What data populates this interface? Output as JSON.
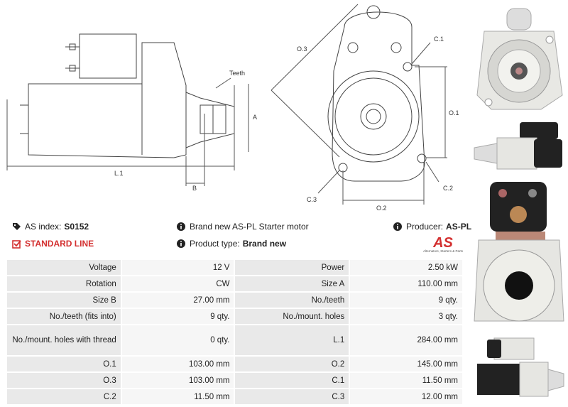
{
  "drawing": {
    "labels": {
      "teeth": "Teeth",
      "A": "A",
      "B": "B",
      "L1": "L.1",
      "O1": "O.1",
      "O2": "O.2",
      "O3": "O.3",
      "C1": "C.1",
      "C2": "C.2",
      "C3": "C.3"
    }
  },
  "info": {
    "as_index_label": "AS index:",
    "as_index_value": "S0152",
    "description": "Brand new AS-PL Starter motor",
    "producer_label": "Producer:",
    "producer_value": "AS-PL",
    "standard_line": "STANDARD LINE",
    "product_type_label": "Product type:",
    "product_type_value": "Brand new"
  },
  "logo": {
    "text": "AS",
    "tagline": "Alternators, Starters & Parts",
    "color": "#d32f2f"
  },
  "specs": [
    [
      "Voltage",
      "12 V",
      "Power",
      "2.50 kW"
    ],
    [
      "Rotation",
      "CW",
      "Size A",
      "110.00 mm"
    ],
    [
      "Size B",
      "27.00 mm",
      "No./teeth",
      "9 qty."
    ],
    [
      "No./teeth (fits into)",
      "9 qty.",
      "No./mount. holes",
      "3 qty."
    ],
    [
      "No./mount. holes with thread",
      "0 qty.",
      "L.1",
      "284.00 mm"
    ],
    [
      "O.1",
      "103.00 mm",
      "O.2",
      "145.00 mm"
    ],
    [
      "O.3",
      "103.00 mm",
      "C.1",
      "11.50 mm"
    ],
    [
      "C.2",
      "11.50 mm",
      "C.3",
      "12.00 mm"
    ]
  ]
}
